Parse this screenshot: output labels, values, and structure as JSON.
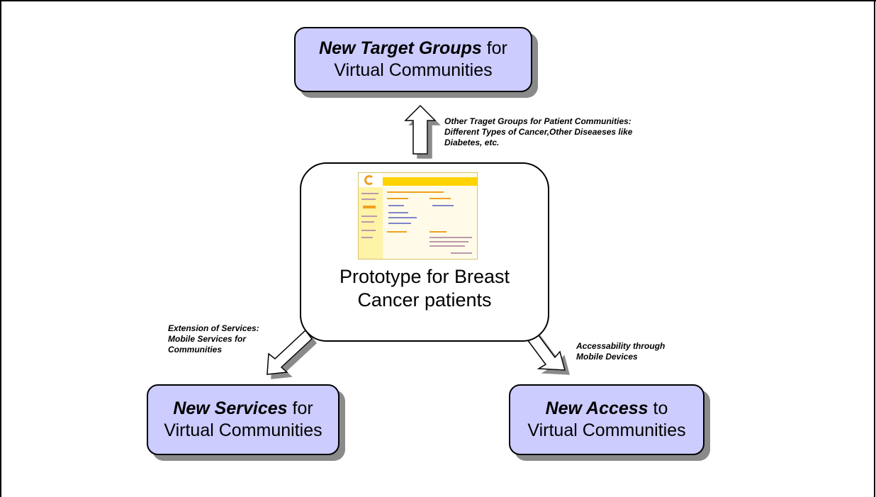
{
  "boxes": {
    "top": {
      "bold": "New Target Groups",
      "rest": " for",
      "line2": "Virtual Communities"
    },
    "left": {
      "bold": "New Services",
      "rest": " for",
      "line2": "Virtual Communities"
    },
    "right": {
      "bold": "New Access",
      "rest": " to",
      "line2": "Virtual Communities"
    }
  },
  "center": {
    "line1": "Prototype for Breast",
    "line2": "Cancer patients",
    "thumbnail_icon": "website-screenshot-thumbnail"
  },
  "notes": {
    "top": [
      "Other Traget  Groups for Patient Communities:",
      "Different Types of Cancer,Other Diseaeses like",
      "Diabetes, etc."
    ],
    "left": [
      "Extension of Services:",
      "Mobile Services for",
      "Communities"
    ],
    "right": [
      "Accessability through",
      "Mobile Devices"
    ]
  },
  "colors": {
    "box_fill": "#ccccff",
    "shadow": "#8a8a8a",
    "arrow_fill": "#ffffff"
  }
}
